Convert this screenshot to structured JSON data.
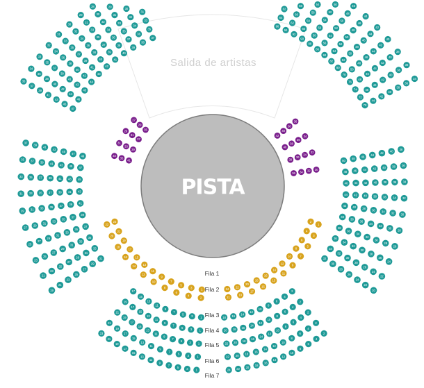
{
  "stage": {
    "label": "PISTA"
  },
  "artist_exit": {
    "label": "Salida de artistas"
  },
  "row_labels": [
    "Fila 1",
    "Fila 2",
    "Fila 3",
    "Fila 4",
    "Fila 5",
    "Fila 6",
    "Fila 7"
  ],
  "colors": {
    "teal": "#1f9a97",
    "purple": "#7a1f8c",
    "gold": "#d8a31d",
    "stage": "#bdbdbd",
    "stage_border": "#7d7d7d"
  },
  "sections": {
    "upper_left": {
      "color": "teal",
      "rows": [
        [
          "47",
          "46",
          "45",
          "44",
          "43",
          "42",
          "41",
          "40",
          "39",
          "38",
          "37"
        ],
        [
          "45",
          "44",
          "43",
          "42",
          "41",
          "40",
          "39",
          "38",
          "37",
          "36",
          "35"
        ],
        [
          "43",
          "42",
          "41",
          "40",
          "39",
          "38",
          "37",
          "36",
          "35",
          "34",
          "33"
        ],
        [
          "41",
          "40",
          "39",
          "38",
          "37",
          "36",
          "35",
          "34",
          "33",
          "32",
          "31"
        ],
        [
          "39",
          "38",
          "37",
          "36",
          "35",
          "34",
          "33",
          "32",
          "31",
          "30",
          "29"
        ],
        [
          "37",
          "36",
          "35",
          "34",
          "33",
          "32",
          "31",
          "30",
          "29",
          "28",
          "27"
        ],
        [
          "35",
          "34",
          "33",
          "32",
          "31",
          "30",
          "29",
          "28",
          "27",
          "26",
          "25"
        ]
      ]
    },
    "upper_right": {
      "color": "teal",
      "rows": [
        [
          "96",
          "94",
          "92",
          "90",
          "88",
          "86",
          "84",
          "82",
          "80",
          "78",
          "76",
          "74",
          "72",
          "70"
        ],
        [
          "64",
          "62",
          "60",
          "58",
          "56",
          "54",
          "52",
          "50",
          "48",
          "46",
          "44"
        ],
        [
          "62",
          "60",
          "58",
          "56",
          "54",
          "52",
          "50",
          "48",
          "46",
          "44",
          "42"
        ],
        [
          "60",
          "58",
          "56",
          "54",
          "52",
          "50",
          "48",
          "46",
          "44",
          "42",
          "40"
        ],
        [
          "58",
          "56",
          "54",
          "52",
          "50",
          "48",
          "46",
          "44",
          "42",
          "40",
          "38"
        ],
        [
          "56",
          "54",
          "52",
          "50",
          "48",
          "46",
          "44",
          "42",
          "40",
          "38",
          "36"
        ],
        [
          "54",
          "52",
          "50",
          "48",
          "46",
          "44",
          "42",
          "40",
          "38",
          "36",
          "34"
        ]
      ]
    },
    "purple_left": {
      "color": "purple",
      "rows": [
        [
          "41",
          "39",
          "37",
          "35"
        ],
        [
          "35",
          "33",
          "31",
          "29"
        ],
        [
          "33",
          "31",
          "29",
          "27"
        ]
      ]
    },
    "purple_right": {
      "color": "purple",
      "rows": [
        [
          "42",
          "40",
          "38",
          "36"
        ],
        [
          "40",
          "38",
          "36",
          "34"
        ],
        [
          "38",
          "36",
          "34",
          "32"
        ],
        [
          "36",
          "34",
          "32",
          "30"
        ]
      ]
    },
    "gold_left": {
      "color": "gold",
      "rows": [
        [
          "23",
          "21",
          "19",
          "17",
          "15",
          "13",
          "11",
          "9",
          "7",
          "5",
          "3",
          "1"
        ],
        [
          "22",
          "20",
          "18",
          "16",
          "14",
          "12",
          "10",
          "8",
          "6",
          "4",
          "2"
        ]
      ]
    },
    "gold_right": {
      "color": "gold",
      "rows": [
        [
          "2",
          "4",
          "6",
          "8",
          "10",
          "12",
          "14",
          "16",
          "18",
          "20",
          "22",
          "24"
        ],
        [
          "1",
          "3",
          "5",
          "7",
          "9",
          "11",
          "13",
          "15",
          "17",
          "19",
          "21"
        ]
      ]
    },
    "lower_left_side": {
      "color": "teal",
      "rows": [
        [
          "49",
          "47",
          "45",
          "43",
          "41",
          "39",
          "37",
          "35",
          "33",
          "31"
        ],
        [
          "47",
          "45",
          "43",
          "41",
          "39",
          "37",
          "35",
          "33",
          "31",
          "29"
        ],
        [
          "45",
          "43",
          "41",
          "39",
          "37",
          "35",
          "33",
          "31",
          "29",
          "27"
        ],
        [
          "43",
          "41",
          "39",
          "37",
          "35",
          "33",
          "31",
          "29",
          "27",
          "25"
        ],
        [
          "41",
          "39",
          "37",
          "35",
          "33",
          "31",
          "29",
          "27",
          "25",
          "23"
        ],
        [
          "39",
          "37",
          "35",
          "33",
          "31",
          "29",
          "27",
          "25",
          "23",
          "21"
        ],
        [
          "37",
          "35",
          "33",
          "31",
          "29",
          "27",
          "25",
          "23",
          "21",
          "19"
        ]
      ]
    },
    "lower_right_side": {
      "color": "teal",
      "rows": [
        [
          "50",
          "48",
          "46",
          "44",
          "42",
          "40",
          "38",
          "36",
          "34",
          "32"
        ],
        [
          "48",
          "46",
          "44",
          "42",
          "40",
          "38",
          "36",
          "34",
          "32",
          "30"
        ],
        [
          "46",
          "44",
          "42",
          "40",
          "38",
          "36",
          "34",
          "32",
          "30",
          "28"
        ],
        [
          "44",
          "42",
          "40",
          "38",
          "36",
          "34",
          "32",
          "30",
          "28",
          "26"
        ],
        [
          "42",
          "40",
          "38",
          "36",
          "34",
          "32",
          "30",
          "28",
          "26",
          "24"
        ],
        [
          "40",
          "38",
          "36",
          "34",
          "32",
          "30",
          "28",
          "26",
          "24",
          "22"
        ],
        [
          "38",
          "36",
          "34",
          "32",
          "30",
          "28",
          "26",
          "24",
          "22",
          "20"
        ]
      ]
    },
    "lower_left_front": {
      "color": "teal",
      "rows": [
        [
          "17",
          "15",
          "13",
          "11",
          "9",
          "7",
          "5",
          "3",
          "1"
        ],
        [
          "19",
          "17",
          "15",
          "13",
          "11",
          "9",
          "7",
          "5",
          "3",
          "1"
        ],
        [
          "21",
          "19",
          "17",
          "15",
          "13",
          "11",
          "9",
          "7",
          "5",
          "3",
          "1"
        ],
        [
          "21",
          "19",
          "17",
          "15",
          "13",
          "11",
          "9",
          "7",
          "5",
          "3",
          "1"
        ],
        [
          "23",
          "21",
          "19",
          "17",
          "15",
          "13",
          "11",
          "9",
          "7",
          "5",
          "3",
          "1"
        ]
      ]
    },
    "lower_right_front": {
      "color": "teal",
      "rows": [
        [
          "2",
          "4",
          "6",
          "8",
          "10",
          "12",
          "14",
          "16",
          "18"
        ],
        [
          "2",
          "4",
          "6",
          "8",
          "10",
          "12",
          "14",
          "16",
          "18",
          "20"
        ],
        [
          "2",
          "4",
          "6",
          "8",
          "10",
          "12",
          "14",
          "16",
          "18",
          "20",
          "22"
        ],
        [
          "2",
          "4",
          "6",
          "8",
          "10",
          "12",
          "14",
          "16",
          "18",
          "20",
          "22"
        ],
        [
          "2",
          "4",
          "6",
          "8",
          "10",
          "12",
          "14",
          "16",
          "18",
          "20",
          "22",
          "24"
        ]
      ]
    }
  }
}
